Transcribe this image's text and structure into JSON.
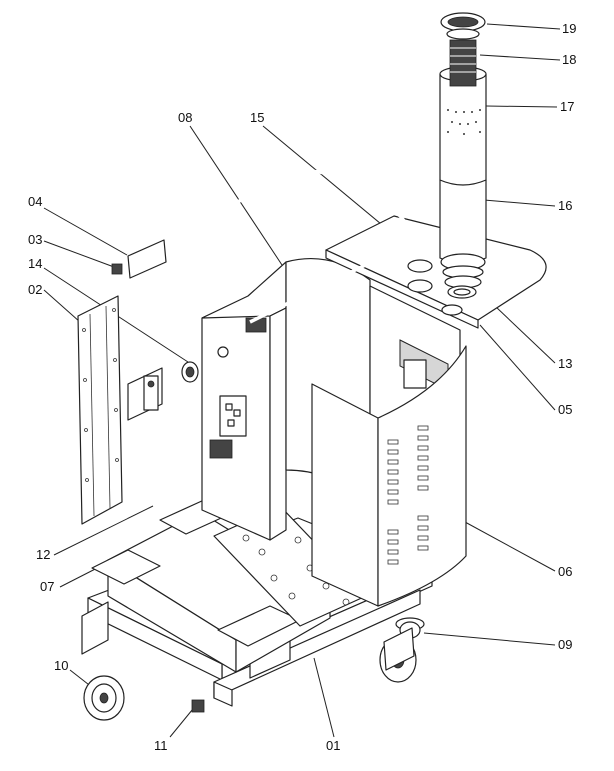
{
  "diagram": {
    "part_labels": [
      {
        "id": "01",
        "text": "01"
      },
      {
        "id": "02",
        "text": "02"
      },
      {
        "id": "03",
        "text": "03"
      },
      {
        "id": "04",
        "text": "04"
      },
      {
        "id": "05",
        "text": "05"
      },
      {
        "id": "06",
        "text": "06"
      },
      {
        "id": "07",
        "text": "07"
      },
      {
        "id": "08",
        "text": "08"
      },
      {
        "id": "09",
        "text": "09"
      },
      {
        "id": "10",
        "text": "10"
      },
      {
        "id": "11",
        "text": "11"
      },
      {
        "id": "12",
        "text": "12"
      },
      {
        "id": "13",
        "text": "13"
      },
      {
        "id": "14",
        "text": "14"
      },
      {
        "id": "15",
        "text": "15"
      },
      {
        "id": "16",
        "text": "16"
      },
      {
        "id": "17",
        "text": "17"
      },
      {
        "id": "18",
        "text": "18"
      },
      {
        "id": "19",
        "text": "19"
      }
    ]
  }
}
